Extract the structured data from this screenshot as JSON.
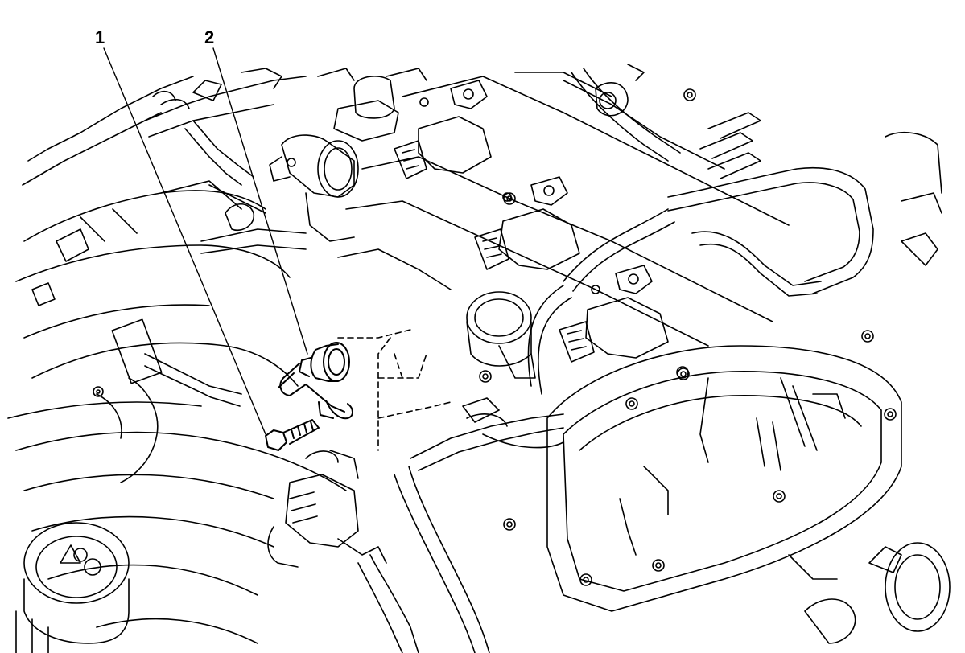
{
  "callouts": [
    {
      "label": "1",
      "part": "bolt"
    },
    {
      "label": "2",
      "part": "sensor-with-hose-nipple"
    }
  ],
  "colors": {
    "line": "#000000",
    "background": "#ffffff"
  }
}
